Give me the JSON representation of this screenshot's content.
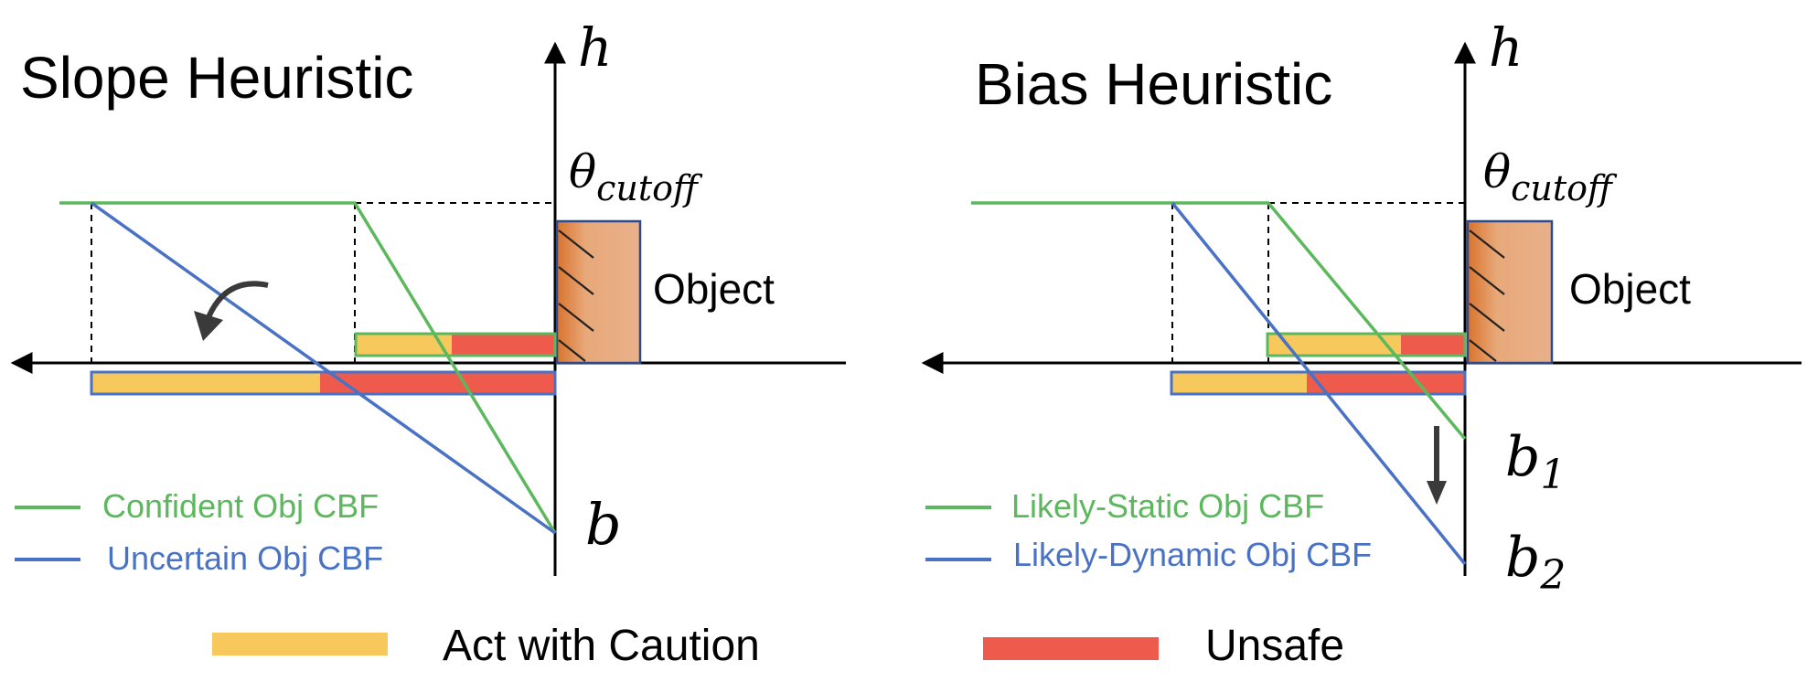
{
  "panels": [
    {
      "title": "Slope Heuristic",
      "y_axis_label": "h",
      "cutoff_label_main": "θ",
      "cutoff_label_sub": "cutoff",
      "object_label": "Object",
      "intercept_labels": [
        {
          "main": "b",
          "sub": ""
        }
      ],
      "legend": [
        {
          "label": "Confident Obj CBF",
          "color": "#5cb85c"
        },
        {
          "label": "Uncertain Obj CBF",
          "color": "#4a72c4"
        }
      ],
      "arrow_icon": "rotate-counterclockwise-arrow-icon"
    },
    {
      "title": "Bias Heuristic",
      "y_axis_label": "h",
      "cutoff_label_main": "θ",
      "cutoff_label_sub": "cutoff",
      "object_label": "Object",
      "intercept_labels": [
        {
          "main": "b",
          "sub": "1"
        },
        {
          "main": "b",
          "sub": "2"
        }
      ],
      "legend": [
        {
          "label": "Likely-Static Obj CBF",
          "color": "#5cb85c"
        },
        {
          "label": "Likely-Dynamic Obj CBF",
          "color": "#4a72c4"
        }
      ],
      "arrow_icon": "down-arrow-icon"
    }
  ],
  "bottom_legend": [
    {
      "label": "Act with Caution",
      "color": "#f7c95c"
    },
    {
      "label": "Unsafe",
      "color": "#ee5b4c"
    }
  ],
  "colors": {
    "green": "#5cb85c",
    "blue": "#4a72c4",
    "caution": "#f7c95c",
    "unsafe": "#ee5b4c",
    "object_fill": "#e8a97a",
    "object_edge": "#d8742e",
    "axis": "#000000"
  }
}
